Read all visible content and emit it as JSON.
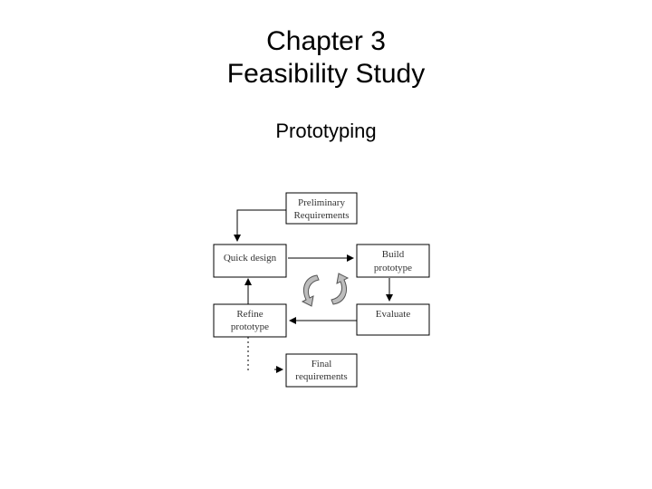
{
  "slide": {
    "title_line1": "Chapter 3",
    "title_line2": "Feasibility Study",
    "subtitle": "Prototyping"
  },
  "diagram": {
    "boxes": {
      "preliminary_requirements": [
        "Preliminary",
        "Requirements"
      ],
      "quick_design": [
        "Quick design"
      ],
      "build_prototype": [
        "Build",
        "prototype"
      ],
      "refine_prototype": [
        "Refine",
        "prototype"
      ],
      "evaluate": [
        "Evaluate"
      ],
      "final_requirements": [
        "Final",
        "requirements"
      ]
    }
  }
}
